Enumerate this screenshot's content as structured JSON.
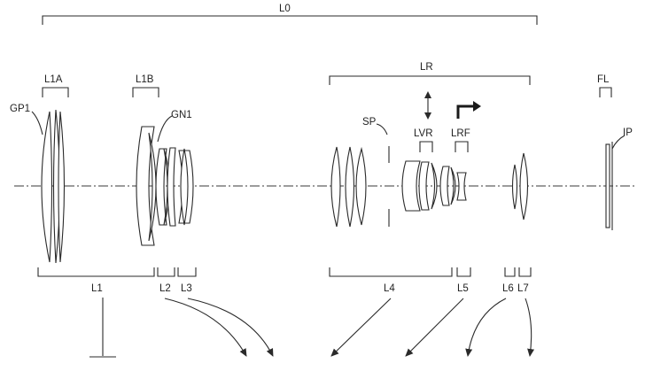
{
  "labels": {
    "L0": "L0",
    "L1A": "L1A",
    "L1B": "L1B",
    "LR": "LR",
    "FL": "FL",
    "GP1": "GP1",
    "GN1": "GN1",
    "SP": "SP",
    "LVR": "LVR",
    "LRF": "LRF",
    "IP": "IP",
    "L1": "L1",
    "L2": "L2",
    "L3": "L3",
    "L4": "L4",
    "L5": "L5",
    "L6": "L6",
    "L7": "L7"
  },
  "colors": {
    "line": "#2a2a2a",
    "background": "#ffffff"
  },
  "icons": {
    "vibration_arrow": "double-headed-vertical-arrow-icon",
    "focus_arrow": "bent-right-arrow-icon"
  }
}
